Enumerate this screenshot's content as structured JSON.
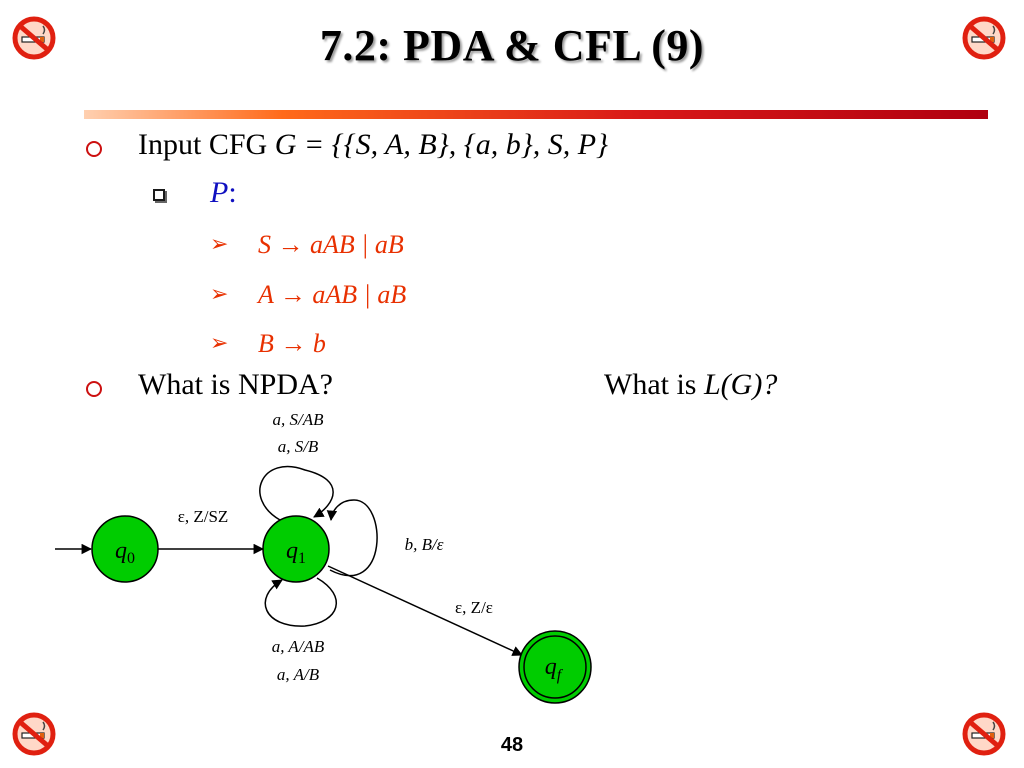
{
  "slide": {
    "title": "7.2:  PDA & CFL (9)",
    "page_number": "48",
    "accent_color": "#cc1010",
    "production_color": "#e83000"
  },
  "bullets": {
    "input_cfg": {
      "prefix": "Input CFG ",
      "formula": "G = {{S, A, B}, {a, b}, S, P}"
    },
    "productions_label": "P",
    "productions_colon": ":",
    "productions": [
      "S → aAB | aB",
      "A → aAB | aB",
      "B → b"
    ],
    "question_npda": "What is NPDA?",
    "question_lang_prefix": "What is ",
    "question_lang_formula": "L(G)?"
  },
  "npda": {
    "state_fill": "#00cc00",
    "states": [
      {
        "id": "q0",
        "name": "q",
        "sub": "0"
      },
      {
        "id": "q1",
        "name": "q",
        "sub": "1"
      },
      {
        "id": "qf",
        "name": "q",
        "sub": "f",
        "accepting": true
      }
    ],
    "transitions": {
      "q0_q1": "ε, Z/SZ",
      "q1_top_line1": "a, S/AB",
      "q1_top_line2": "a, S/B",
      "q1_right": "b, B/ε",
      "q1_bottom_line1": "a, A/AB",
      "q1_bottom_line2": "a, A/B",
      "q1_qf": "ε, Z/ε"
    }
  }
}
